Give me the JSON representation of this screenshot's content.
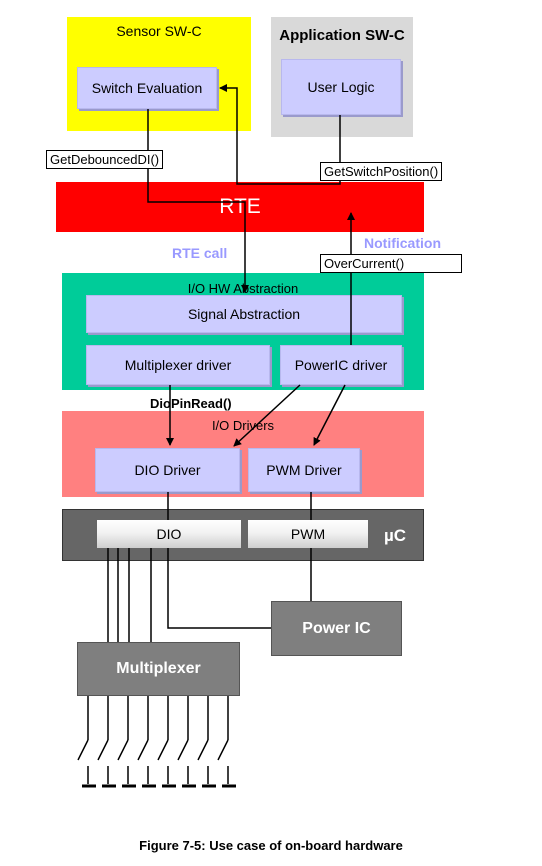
{
  "sensor_swc": {
    "title": "Sensor SW-C",
    "component": "Switch Evaluation"
  },
  "application_swc": {
    "title": "Application SW-C",
    "component": "User Logic"
  },
  "rte": {
    "label": "RTE"
  },
  "calls": {
    "get_debounced": "GetDebouncedDI()",
    "get_switch_position": "GetSwitchPosition()",
    "over_current": "OverCurrent()",
    "dio_pin_read": "DioPinRead()",
    "rte_call": "RTE call",
    "notification": "Notification"
  },
  "io_hw_abstraction": {
    "title": "I/O HW Abstraction",
    "signal_abstraction": "Signal Abstraction",
    "multiplexer_driver": "Multiplexer driver",
    "poweric_driver": "PowerIC driver"
  },
  "io_drivers": {
    "title": "I/O Drivers",
    "dio_driver": "DIO Driver",
    "pwm_driver": "PWM Driver"
  },
  "uc": {
    "label": "µC",
    "dio": "DIO",
    "pwm": "PWM"
  },
  "power_ic": {
    "label": "Power IC"
  },
  "multiplexer": {
    "label": "Multiplexer"
  },
  "caption": "Figure 7-5: Use case of on-board hardware",
  "colors": {
    "sensor_bg": "#ffff00",
    "application_bg": "#d9d9d9",
    "rte_bg": "#ff0000",
    "io_hw_bg": "#00cc99",
    "io_drivers_bg": "#ff8080",
    "uc_bg": "#666666",
    "component_bg": "#ccccff",
    "accent_label": "#9999ff"
  }
}
